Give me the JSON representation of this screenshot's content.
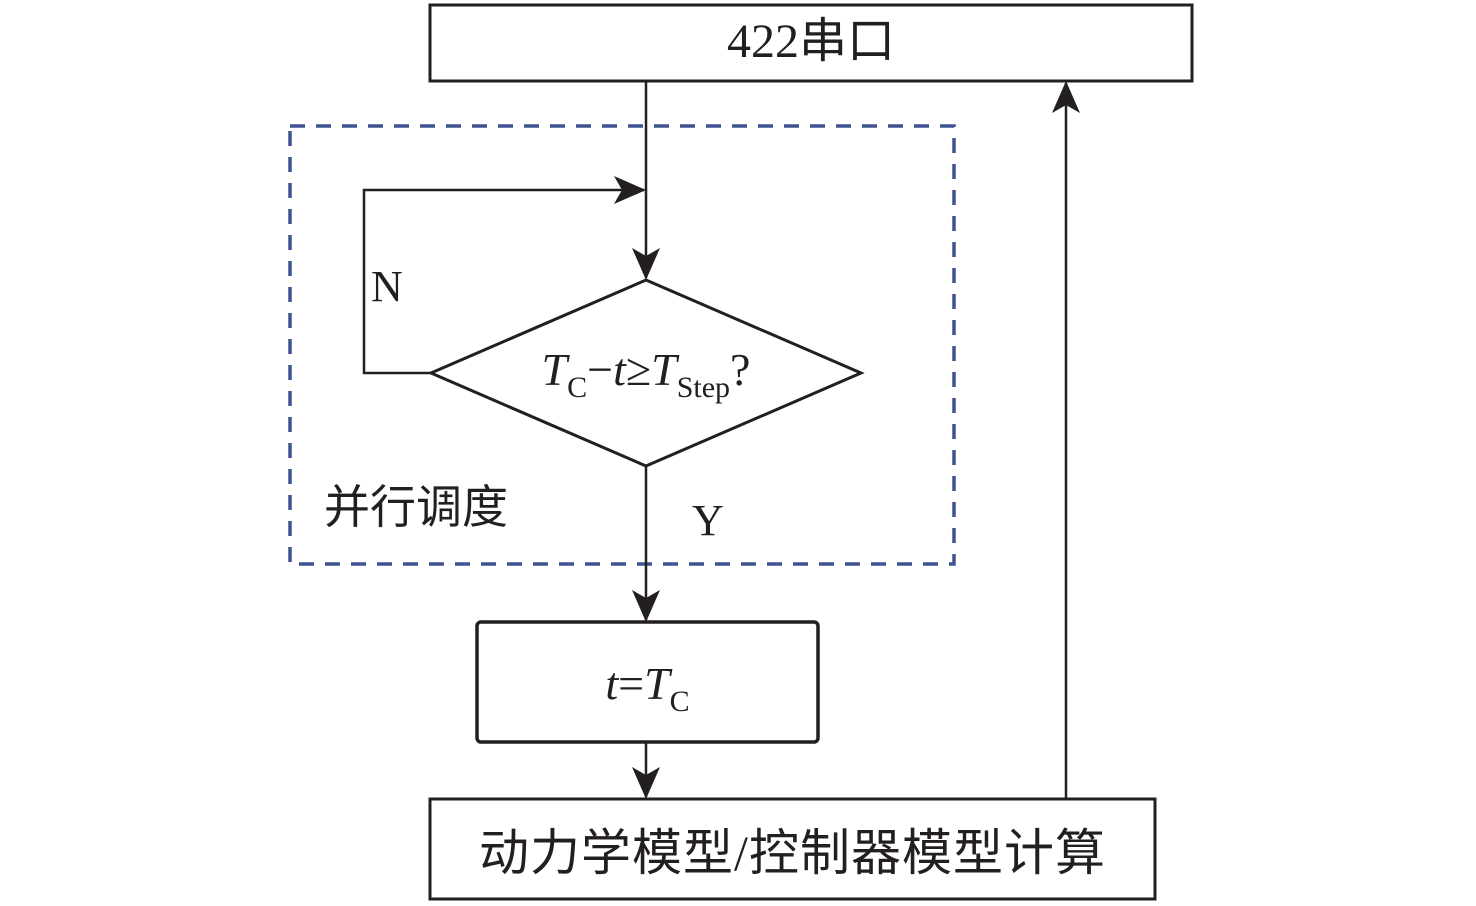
{
  "diagram": {
    "nodes": {
      "serial_port": {
        "label": "422串口"
      },
      "decision": {
        "T": "T",
        "C": "C",
        "minus": "−",
        "t": "t",
        "geq": "≥",
        "T2": "T",
        "step": "Step",
        "q": "?"
      },
      "assign": {
        "t": "t",
        "eq": "=",
        "T": "T",
        "C": "C"
      },
      "compute": {
        "label": "动力学模型/控制器模型计算"
      }
    },
    "group": {
      "label": "并行调度",
      "border_color": "#3f5390"
    },
    "edge_labels": {
      "no": "N",
      "yes": "Y"
    },
    "colors": {
      "stroke": "#231f20",
      "background": "#ffffff"
    }
  }
}
